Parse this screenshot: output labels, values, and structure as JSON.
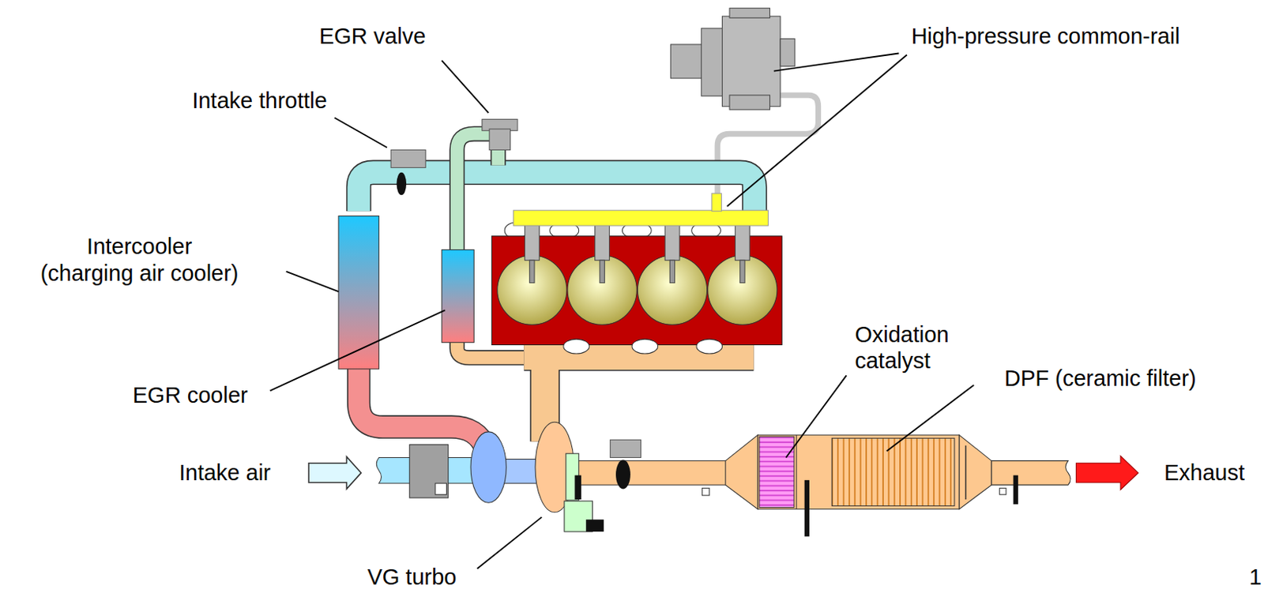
{
  "diagram": {
    "labels": [
      "EGR valve",
      "High-pressure common-rail",
      "Intake throttle",
      "Intercooler (charging air cooler)",
      "EGR cooler",
      "Oxidation catalyst",
      "DPF (ceramic filter)",
      "Intake air",
      "VG turbo",
      "Exhaust",
      "1"
    ]
  }
}
